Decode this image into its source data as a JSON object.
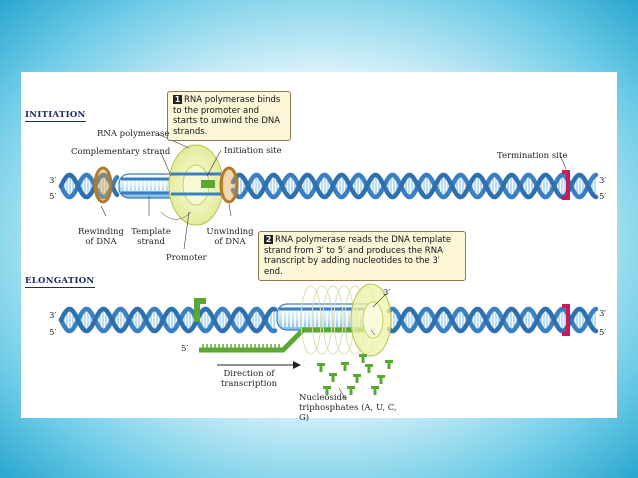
{
  "sections": {
    "initiation": "INITIATION",
    "elongation": "ELONGATION"
  },
  "callouts": {
    "step1": {
      "number": "1",
      "text": "RNA polymerase binds to the promoter and starts to unwind the DNA strands."
    },
    "step2": {
      "number": "2",
      "text": "RNA polymerase reads the DNA template strand from 3′ to 5′ and produces the RNA transcript by adding nucleotides to the 3′ end."
    }
  },
  "labels": {
    "rna_polymerase": "RNA polymerase",
    "complementary_strand": "Complementary strand",
    "initiation_site": "Initiation site",
    "termination_site": "Termination site",
    "rewinding_of_dna": "Rewinding of DNA",
    "template_strand": "Template strand",
    "promoter": "Promoter",
    "unwinding_of_dna": "Unwinding of DNA",
    "direction_of_transcription": "Direction of transcription",
    "nucleoside_triphosphates": "Nucleoside triphosphates (A, U, C, G)"
  },
  "ends": {
    "three_prime": "3′",
    "five_prime": "5′"
  },
  "colors": {
    "dna_blue": "#3a7fc1",
    "dna_light": "#9fd0ee",
    "rna_green": "#5aa832",
    "polymerase_yellow": "#eef2a8",
    "termination_magenta": "#c8195a",
    "section_label": "#1b2a6b"
  }
}
